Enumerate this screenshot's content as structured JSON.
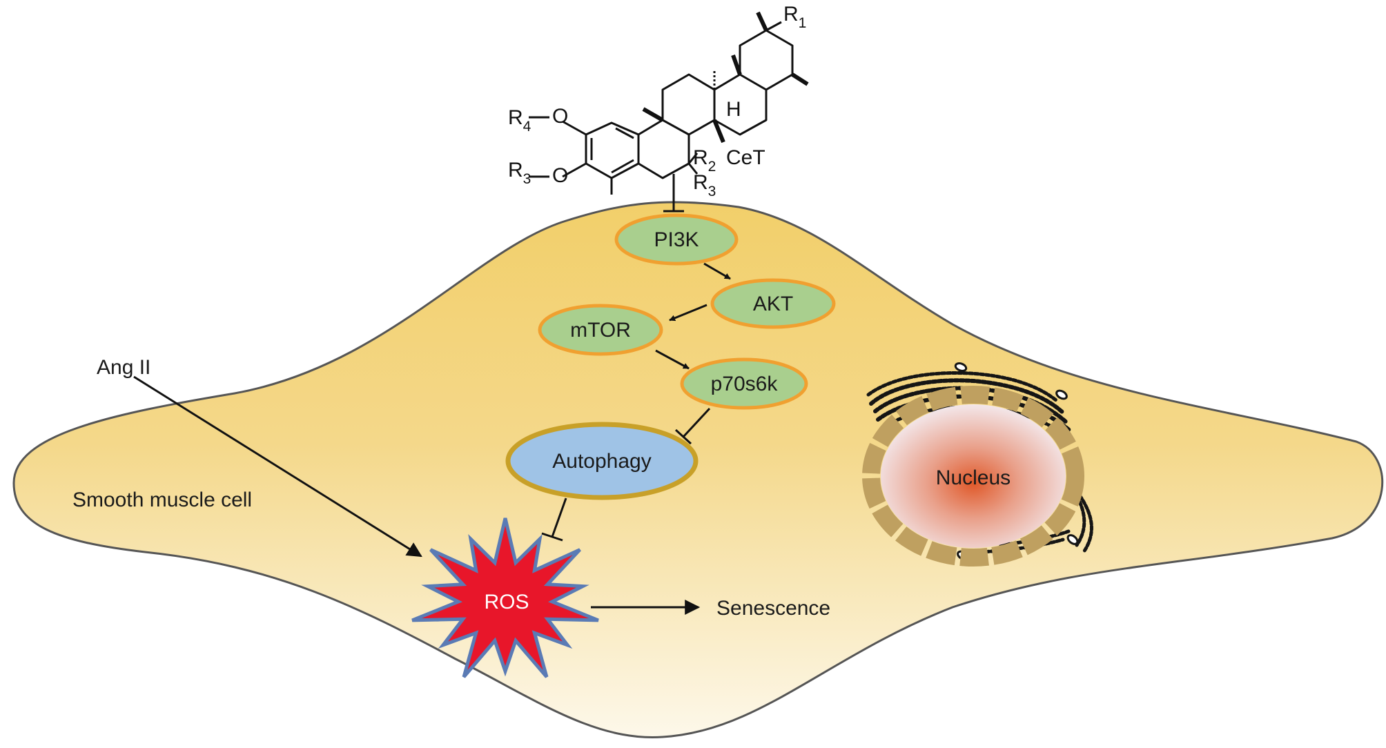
{
  "compound": {
    "name": "CeT",
    "substituents": {
      "r1": "R",
      "r1_sub": "1",
      "r2": "R",
      "r2_sub": "2",
      "r3": "R",
      "r3_sub": "3",
      "r4": "R",
      "r4_sub": "4"
    },
    "oxygen": "O",
    "hydrogen": "H"
  },
  "pathway": {
    "pi3k": "PI3K",
    "akt": "AKT",
    "mtor": "mTOR",
    "p70s6k": "p70s6k",
    "autophagy": "Autophagy"
  },
  "stimulus": "Ang II",
  "ros": "ROS",
  "outcome": "Senescence",
  "cell_label": "Smooth muscle cell",
  "nucleus_label": "Nucleus",
  "colors": {
    "node_fill": "#a9cf8e",
    "node_stroke": "#f0a030",
    "autophagy_fill": "#9fc3e6",
    "autophagy_stroke": "#c8a028",
    "ros_fill": "#e8162a",
    "ros_stroke": "#5a7bb5",
    "cell_top": "#f2cf6a",
    "cell_bottom": "#fdf8ea"
  }
}
